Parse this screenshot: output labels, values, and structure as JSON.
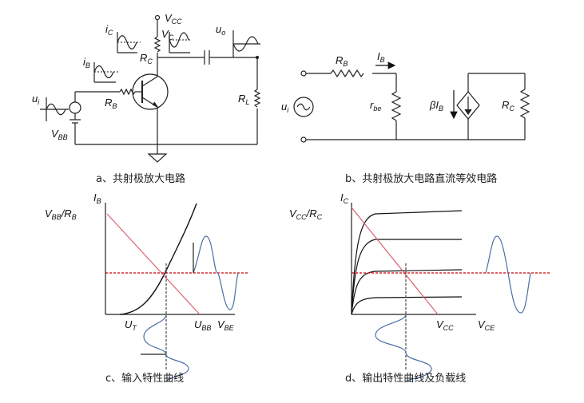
{
  "panel_a": {
    "caption": "a、共射极放大电路",
    "labels": {
      "vcc": "V",
      "vcc_sub": "CC",
      "ic": "i",
      "ic_sub": "C",
      "vc": "V",
      "vc_sub": "C",
      "rc": "R",
      "rc_sub": "C",
      "uo": "u",
      "uo_sub": "o",
      "ib": "i",
      "ib_sub": "B",
      "ui": "u",
      "ui_sub": "i",
      "rb": "R",
      "rb_sub": "B",
      "rl": "R",
      "rl_sub": "L",
      "vbb": "V",
      "vbb_sub": "BB"
    }
  },
  "panel_b": {
    "caption": "b、共射极放大电路直流等效电路",
    "labels": {
      "rb": "R",
      "rb_sub": "B",
      "ib": "I",
      "ib_sub": "B",
      "ui": "u",
      "ui_sub": "i",
      "rbe": "r",
      "rbe_sub": "be",
      "beta_ib": "βI",
      "beta_ib_sub": "B",
      "rc": "R",
      "rc_sub": "C"
    }
  },
  "panel_c": {
    "caption": "c、输入特性曲线",
    "labels": {
      "ib": "I",
      "ib_sub": "B",
      "vbb_rb": "V",
      "vbb_rb_sub1": "BB",
      "vbb_rb_mid": "/R",
      "vbb_rb_sub2": "B",
      "ut": "U",
      "ut_sub": "T",
      "ubb": "U",
      "ubb_sub": "BB",
      "vbe": "V",
      "vbe_sub": "BE"
    }
  },
  "panel_d": {
    "caption": "d、输出特性曲线及负载线",
    "labels": {
      "ic": "I",
      "ic_sub": "C",
      "vcc_rc": "V",
      "vcc_rc_sub1": "CC",
      "vcc_rc_mid": "/R",
      "vcc_rc_sub2": "C",
      "vcc": "V",
      "vcc_sub": "CC",
      "vce": "V",
      "vce_sub": "CE"
    }
  },
  "colors": {
    "line": "#222222",
    "load_line": "#e06070",
    "dashed": "#cc0000",
    "signal": "#4a6fa5"
  }
}
